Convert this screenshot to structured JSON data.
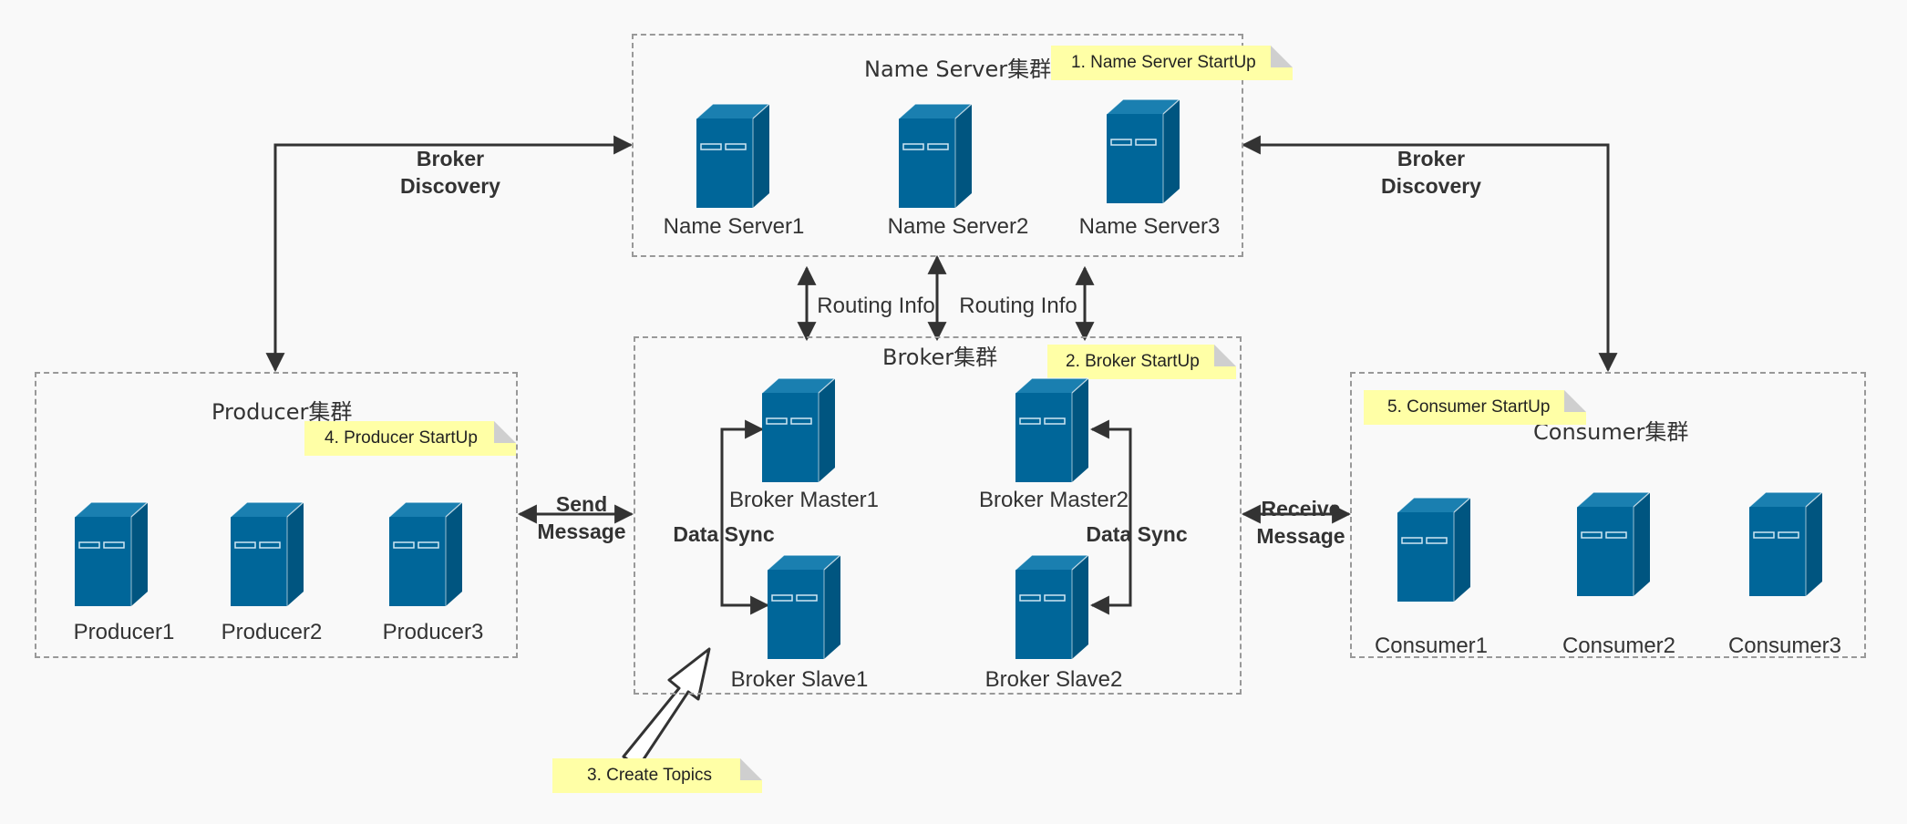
{
  "clusters": {
    "name_server": "Name Server集群",
    "broker": "Broker集群",
    "producer": "Producer集群",
    "consumer": "Consumer集群"
  },
  "notes": {
    "name_server_startup": "1. Name Server StartUp",
    "broker_startup": "2. Broker StartUp",
    "create_topics": "3. Create Topics",
    "producer_startup": "4. Producer StartUp",
    "consumer_startup": "5. Consumer StartUp"
  },
  "servers": {
    "name_server1": "Name Server1",
    "name_server2": "Name Server2",
    "name_server3": "Name Server3",
    "broker_master1": "Broker Master1",
    "broker_master2": "Broker Master2",
    "broker_slave1": "Broker Slave1",
    "broker_slave2": "Broker Slave2",
    "producer1": "Producer1",
    "producer2": "Producer2",
    "producer3": "Producer3",
    "consumer1": "Consumer1",
    "consumer2": "Consumer2",
    "consumer3": "Consumer3"
  },
  "edges": {
    "broker_discovery_left_1": "Broker",
    "broker_discovery_left_2": "Discovery",
    "broker_discovery_right_1": "Broker",
    "broker_discovery_right_2": "Discovery",
    "routing_info_1": "Routing Info",
    "routing_info_2": "Routing Info",
    "send_message_1": "Send",
    "send_message_2": "Message",
    "receive_message_1": "Receive",
    "receive_message_2": "Message",
    "data_sync_left": "Data Sync",
    "data_sync_right": "Data Sync"
  },
  "colors": {
    "server_front": "#006699",
    "server_top": "#1a7fb0",
    "server_side": "#005580",
    "note_fill": "#ffffa6",
    "dashed_border": "#999999",
    "arrow": "#333333"
  },
  "icons": {
    "server": "server-tower-icon"
  }
}
